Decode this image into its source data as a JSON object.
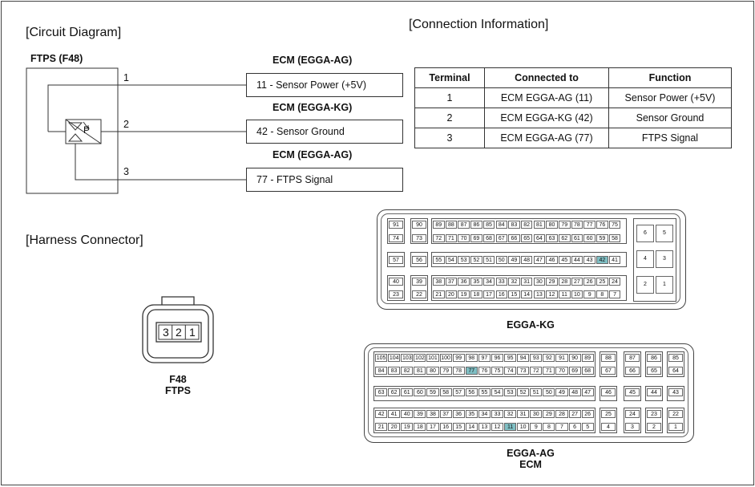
{
  "sections": {
    "circuit": "[Circuit Diagram]",
    "connection": "[Connection Information]",
    "harness": "[Harness Connector]"
  },
  "circuit": {
    "sensor_title": "FTPS (F48)",
    "sensor_symbol": "P",
    "wires": [
      {
        "num": "1",
        "ecm_title": "ECM (EGGA-AG)",
        "label": "11 - Sensor Power (+5V)"
      },
      {
        "num": "2",
        "ecm_title": "ECM (EGGA-KG)",
        "label": "42 - Sensor Ground"
      },
      {
        "num": "3",
        "ecm_title": "ECM (EGGA-AG)",
        "label": "77 - FTPS Signal"
      }
    ]
  },
  "table": {
    "headers": [
      "Terminal",
      "Connected to",
      "Function"
    ],
    "rows": [
      [
        "1",
        "ECM EGGA-AG (11)",
        "Sensor Power (+5V)"
      ],
      [
        "2",
        "ECM EGGA-KG (42)",
        "Sensor Ground"
      ],
      [
        "3",
        "ECM EGGA-AG (77)",
        "FTPS Signal"
      ]
    ]
  },
  "f48": {
    "pins": [
      "3",
      "2",
      "1"
    ],
    "caption1": "F48",
    "caption2": "FTPS"
  },
  "kg": {
    "caption": "EGGA-KG",
    "highlight": [
      "42"
    ],
    "rows": [
      [
        [
          "91"
        ],
        [
          "90"
        ],
        [
          "89",
          "88",
          "87",
          "86",
          "85",
          "84",
          "83",
          "82",
          "81",
          "80",
          "79",
          "78",
          "77",
          "76",
          "75"
        ]
      ],
      [
        [
          "74"
        ],
        [
          "73"
        ],
        [
          "72",
          "71",
          "70",
          "69",
          "68",
          "67",
          "66",
          "65",
          "64",
          "63",
          "62",
          "61",
          "60",
          "59",
          "58"
        ]
      ],
      [
        [
          "57"
        ],
        [
          "56"
        ],
        [
          "55",
          "54",
          "53",
          "52",
          "51",
          "50",
          "49",
          "48",
          "47",
          "46",
          "45",
          "44",
          "43",
          "42",
          "41"
        ]
      ],
      [
        [
          "40"
        ],
        [
          "39"
        ],
        [
          "38",
          "37",
          "36",
          "35",
          "34",
          "33",
          "32",
          "31",
          "30",
          "29",
          "28",
          "27",
          "26",
          "25",
          "24"
        ]
      ],
      [
        [
          "23"
        ],
        [
          "22"
        ],
        [
          "21",
          "20",
          "19",
          "18",
          "17",
          "16",
          "15",
          "14",
          "13",
          "12",
          "11",
          "10",
          "9",
          "8",
          "7"
        ]
      ]
    ],
    "side": [
      [
        "6",
        "5"
      ],
      [
        "4",
        "3"
      ],
      [
        "2",
        "1"
      ]
    ]
  },
  "ag": {
    "caption1": "EGGA-AG",
    "caption2": "ECM",
    "highlight": [
      "77",
      "11"
    ],
    "rows": [
      [
        [
          "105",
          "104",
          "103",
          "102",
          "101",
          "100",
          "99",
          "98",
          "97",
          "96",
          "95",
          "94",
          "93",
          "92",
          "91",
          "90",
          "89"
        ],
        [
          "88"
        ],
        [
          "87"
        ],
        [
          "86"
        ],
        [
          "85"
        ]
      ],
      [
        [
          "84",
          "83",
          "82",
          "81",
          "80",
          "79",
          "78",
          "77",
          "76",
          "75",
          "74",
          "73",
          "72",
          "71",
          "70",
          "69",
          "68"
        ],
        [
          "67"
        ],
        [
          "66"
        ],
        [
          "65"
        ],
        [
          "64"
        ]
      ],
      [
        [
          "63",
          "62",
          "61",
          "60",
          "59",
          "58",
          "57",
          "56",
          "55",
          "54",
          "53",
          "52",
          "51",
          "50",
          "49",
          "48",
          "47"
        ],
        [
          "46"
        ],
        [
          "45"
        ],
        [
          "44"
        ],
        [
          "43"
        ]
      ],
      [
        [
          "42",
          "41",
          "40",
          "39",
          "38",
          "37",
          "36",
          "35",
          "34",
          "33",
          "32",
          "31",
          "30",
          "29",
          "28",
          "27",
          "26"
        ],
        [
          "25"
        ],
        [
          "24"
        ],
        [
          "23"
        ],
        [
          "22"
        ]
      ],
      [
        [
          "21",
          "20",
          "19",
          "18",
          "17",
          "16",
          "15",
          "14",
          "13",
          "12",
          "11",
          "10",
          "9",
          "8",
          "7",
          "6",
          "5"
        ],
        [
          "4"
        ],
        [
          "3"
        ],
        [
          "2"
        ],
        [
          "1"
        ]
      ]
    ]
  }
}
